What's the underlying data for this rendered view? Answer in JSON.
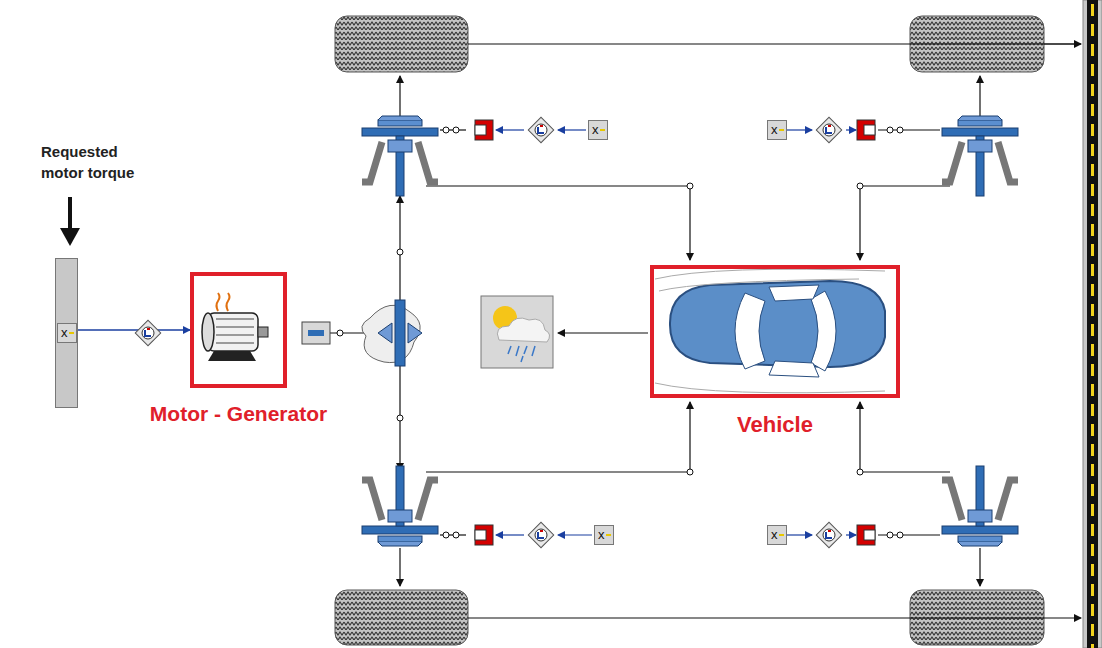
{
  "diagram": {
    "nodes": [
      {
        "text": [
          "Requested motor torque"
        ]
      },
      {
        "text": [
          "Motor - Generator"
        ]
      },
      {
        "text": [
          "Vehicle"
        ]
      }
    ],
    "edges": [
      {
        "from": 0,
        "to": 1,
        "arrow": "to"
      }
    ],
    "labels": [
      "x",
      "x",
      "x",
      "x",
      "x"
    ]
  }
}
